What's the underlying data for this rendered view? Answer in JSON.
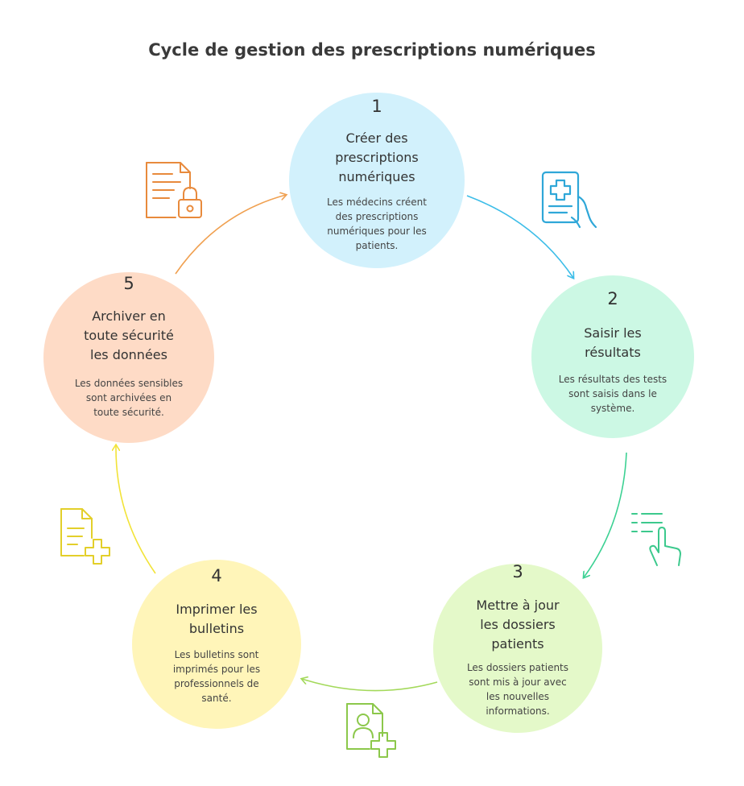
{
  "title": "Cycle de gestion des prescriptions numériques",
  "steps": [
    {
      "number": "1",
      "heading": [
        "Créer des",
        "prescriptions",
        "numériques"
      ],
      "text": [
        "Les médecins créent",
        "des prescriptions",
        "numériques pour les",
        "patients."
      ],
      "color": "#d2f1fc",
      "icon": "tablet-medical-cross-icon",
      "icon_color": "#2fa7d8"
    },
    {
      "number": "2",
      "heading": [
        "Saisir les",
        "résultats"
      ],
      "text": [
        "Les résultats des tests",
        "sont saisis dans le",
        "système."
      ],
      "color": "#ccf8e4",
      "icon": "list-touch-hand-icon",
      "icon_color": "#3cc98d"
    },
    {
      "number": "3",
      "heading": [
        "Mettre à jour",
        "les dossiers",
        "patients"
      ],
      "text": [
        "Les dossiers patients",
        "sont mis à jour avec",
        "les nouvelles",
        "informations."
      ],
      "color": "#e4f9c9",
      "icon": "patient-file-add-icon",
      "icon_color": "#8cc84b"
    },
    {
      "number": "4",
      "heading": [
        "Imprimer les",
        "bulletins"
      ],
      "text": [
        "Les bulletins sont",
        "imprimés pour les",
        "professionnels de",
        "santé."
      ],
      "color": "#fff5b9",
      "icon": "document-add-icon",
      "icon_color": "#e3cf2a"
    },
    {
      "number": "5",
      "heading": [
        "Archiver en",
        "toute sécurité",
        "les données"
      ],
      "text": [
        "Les données sensibles",
        "sont archivées en",
        "toute sécurité."
      ],
      "color": "#fedbc6",
      "icon": "document-lock-icon",
      "icon_color": "#e88a3c"
    }
  ],
  "arrow_colors": [
    "#3cbde8",
    "#3cd193",
    "#a3d95a",
    "#f2e338",
    "#f0a050"
  ]
}
